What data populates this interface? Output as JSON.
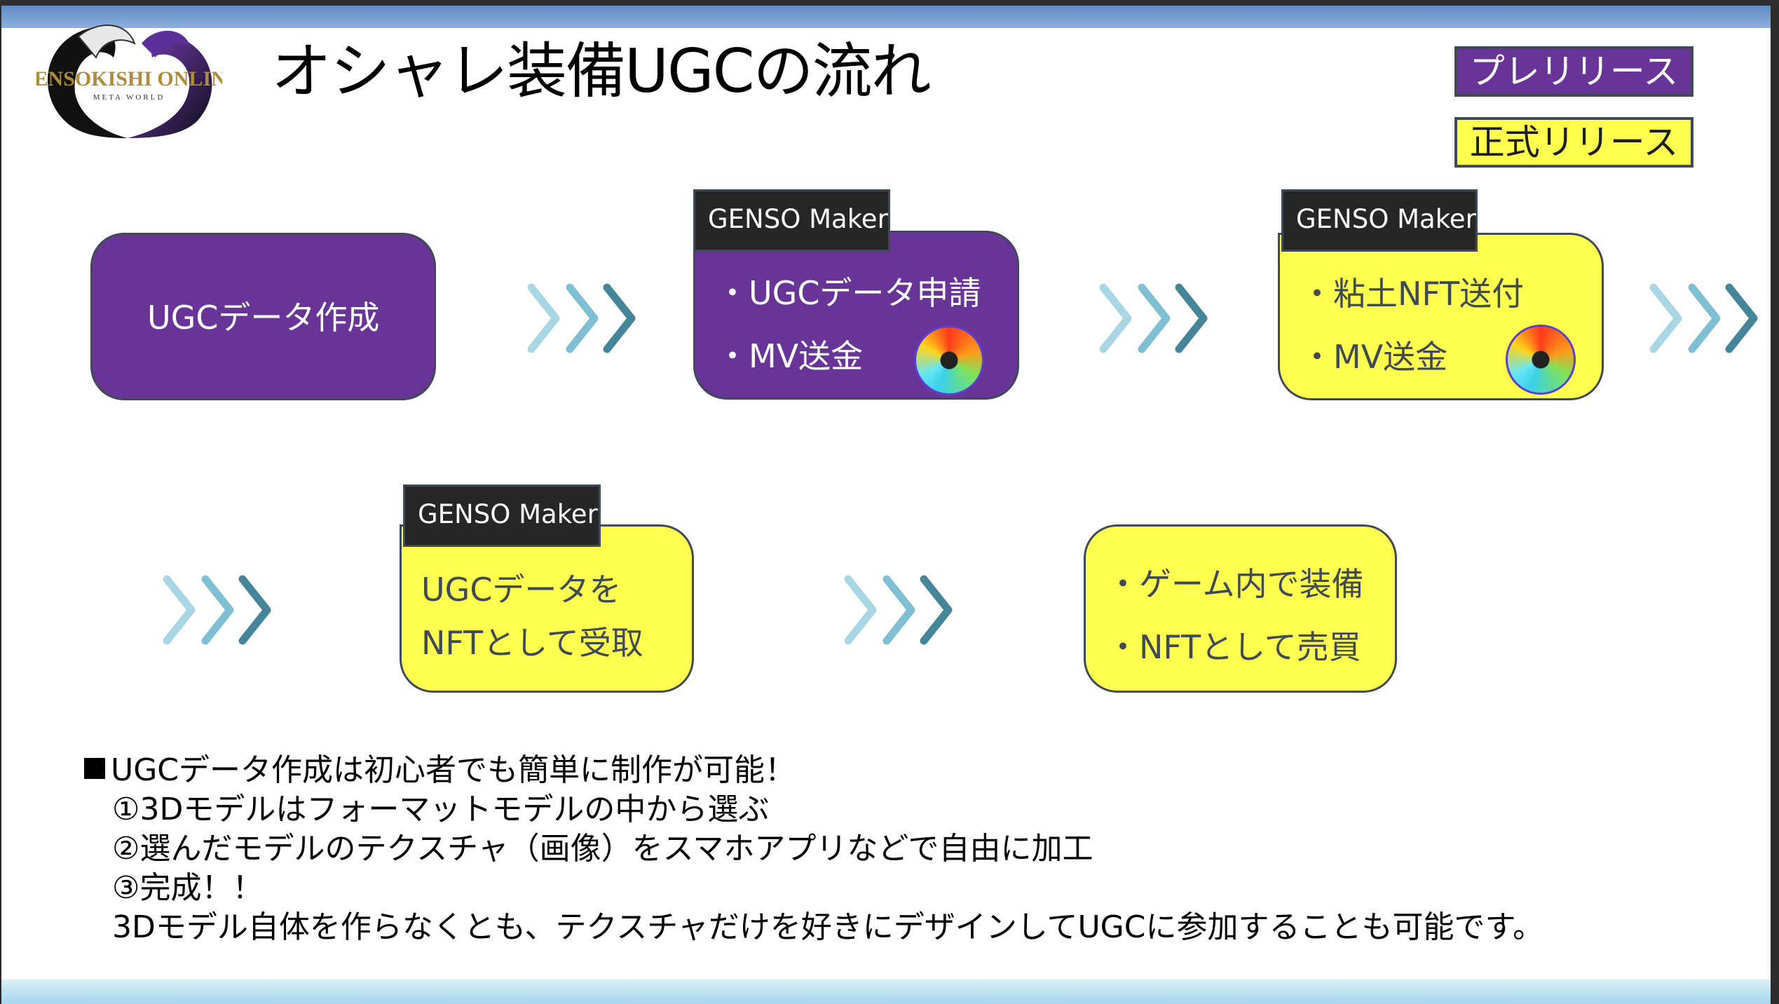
{
  "slide": {
    "title": "オシャレ装備UGCの流れ",
    "logo": {
      "name": "GENSOKISHI ONLINE",
      "subtitle": "META WORLD"
    }
  },
  "legend": {
    "pre_release": {
      "label": "プレリリース",
      "color": "#683497"
    },
    "official_release": {
      "label": "正式リリース",
      "color": "#ffff4d"
    }
  },
  "flow": {
    "steps": [
      {
        "tag": null,
        "lines": [
          "UGCデータ作成"
        ],
        "phase": "pre_release",
        "coin": false
      },
      {
        "tag": "GENSO Maker",
        "lines": [
          "・UGCデータ申請",
          "・MV送金"
        ],
        "phase": "pre_release",
        "coin": true
      },
      {
        "tag": "GENSO Maker",
        "lines": [
          "・粘土NFT送付",
          "・MV送金"
        ],
        "phase": "official_release",
        "coin": true
      },
      {
        "tag": "GENSO Maker",
        "lines": [
          "UGCデータを",
          "NFTとして受取"
        ],
        "phase": "official_release",
        "coin": false
      },
      {
        "tag": null,
        "lines": [
          "・ゲーム内で装備",
          "・NFTとして売買"
        ],
        "phase": "official_release",
        "coin": false
      }
    ],
    "arrow_colors": [
      "#a8d6e4",
      "#7fbfd4",
      "#44859a"
    ]
  },
  "notes": {
    "heading": "UGCデータ作成は初心者でも簡単に制作が可能！",
    "items": [
      "①3Dモデルはフォーマットモデルの中から選ぶ",
      "②選んだモデルのテクスチャ（画像）をスマホアプリなどで自由に加工",
      "③完成！！",
      "3Dモデル自体を作らなくとも、テクスチャだけを好きにデザインしてUGCに参加することも可能です。"
    ]
  }
}
